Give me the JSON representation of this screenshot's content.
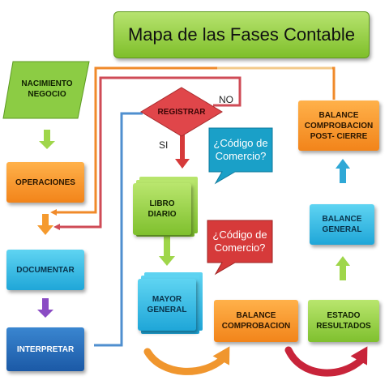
{
  "title": "Mapa de las Fases Contable",
  "nodes": {
    "nacimiento": "NACIMIENTO\nNEGOCIO",
    "operaciones": "OPERACIONES",
    "documentar": "DOCUMENTAR",
    "interpretar": "INTERPRETAR",
    "registrar": "REGISTRAR",
    "libro_diario": "LIBRO\nDIARIO",
    "mayor_general": "MAYOR\nGENERAL",
    "balance_comprobacion": "BALANCE\nCOMPROBACION",
    "estado_resultados": "ESTADO\nRESULTADOS",
    "balance_general": "BALANCE\nGENERAL",
    "balance_post_cierre": "BALANCE\nCOMPROBACION\nPOST- CIERRE"
  },
  "callouts": {
    "codigo_1": "¿Código de\nComercio?",
    "codigo_2": "¿Código de\nComercio?"
  },
  "decision_labels": {
    "no": "NO",
    "si": "SI"
  },
  "colors": {
    "orange": "#f2841a",
    "blue": "#1fa6d8",
    "green": "#7fc02e",
    "navy": "#1b59a6",
    "red": "#d63a3a",
    "teal_callout": "#1aa0c8"
  }
}
